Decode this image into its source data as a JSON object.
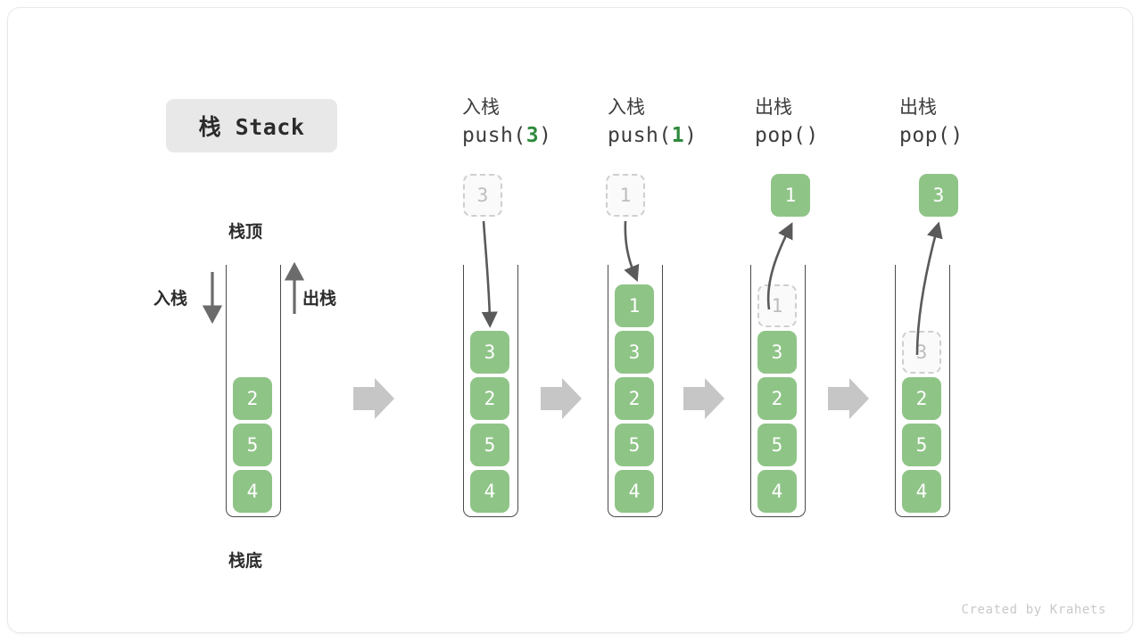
{
  "title": {
    "chip_label": "栈 Stack"
  },
  "legend": {
    "top_label": "栈顶",
    "bottom_label": "栈底",
    "push_label": "入栈",
    "pop_label": "出栈"
  },
  "colors": {
    "cell_fill": "#8fc487",
    "cell_text": "#ffffff",
    "ghost_fill": "#fafafa",
    "ghost_border": "#cfcfcf",
    "ghost_text": "#bdbdbd",
    "arg_accent": "#2e8b3d",
    "wall": "#4a4a4a",
    "flow_arrow": "#c6c6c6",
    "chip_bg": "#e8e8e8",
    "frame_border": "#e8e8e8"
  },
  "panels": [
    {
      "id": "initial",
      "header_cn": "",
      "header_code": "",
      "stack": [
        "2",
        "5",
        "4"
      ],
      "ghost_inside": null,
      "ghost_above": null,
      "popped_cell": null
    },
    {
      "id": "push-3",
      "header_cn": "入栈",
      "header_code_prefix": "push(",
      "header_code_arg": "3",
      "header_code_suffix": ")",
      "stack": [
        "3",
        "2",
        "5",
        "4"
      ],
      "ghost_above": "3",
      "ghost_inside": null,
      "popped_cell": null
    },
    {
      "id": "push-1",
      "header_cn": "入栈",
      "header_code_prefix": "push(",
      "header_code_arg": "1",
      "header_code_suffix": ")",
      "stack": [
        "1",
        "3",
        "2",
        "5",
        "4"
      ],
      "ghost_above": "1",
      "ghost_inside": null,
      "popped_cell": null
    },
    {
      "id": "pop-1",
      "header_cn": "出栈",
      "header_code_prefix": "pop(",
      "header_code_arg": "",
      "header_code_suffix": ")",
      "stack": [
        "3",
        "2",
        "5",
        "4"
      ],
      "ghost_inside": "1",
      "ghost_above": null,
      "popped_cell": "1"
    },
    {
      "id": "pop-3",
      "header_cn": "出栈",
      "header_code_prefix": "pop(",
      "header_code_arg": "",
      "header_code_suffix": ")",
      "stack": [
        "2",
        "5",
        "4"
      ],
      "ghost_inside": "3",
      "ghost_above": null,
      "popped_cell": "3"
    }
  ],
  "watermark": "Created by Krahets"
}
